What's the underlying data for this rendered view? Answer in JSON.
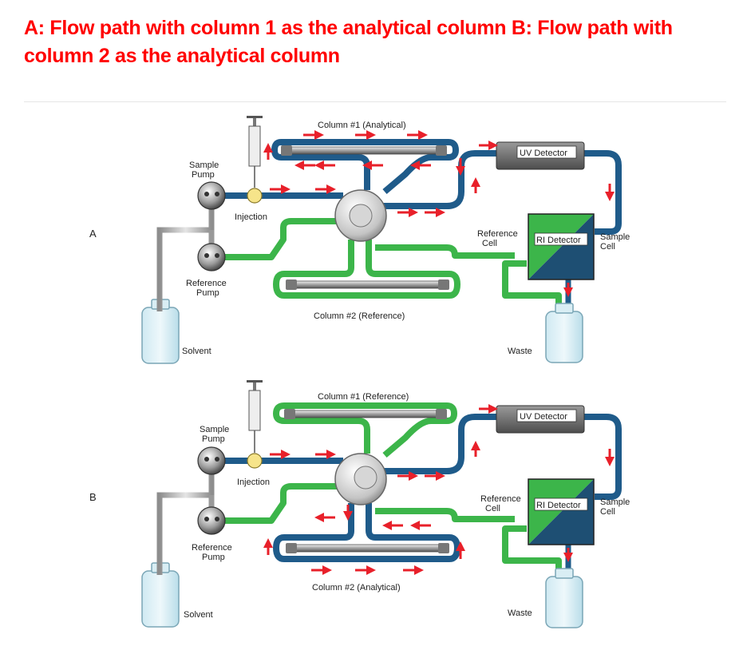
{
  "title": "A: Flow path with column 1 as the analytical column  B: Flow path with column 2 as the analytical column",
  "colors": {
    "title": "#ff0000",
    "sample_line": "#1f5b8a",
    "reference_line": "#3cb54a",
    "arrow": "#e8202a",
    "detector_dark": "#1e4f73"
  },
  "panels": [
    {
      "letter": "A",
      "column1": "Column #1 (Analytical)",
      "column2": "Column #2 (Reference)",
      "sample_pump": [
        "Sample",
        "Pump"
      ],
      "reference_pump": [
        "Reference",
        "Pump"
      ],
      "injection": "Injection",
      "uv_detector": "UV Detector",
      "ri_detector": "RI Detector",
      "reference_cell": [
        "Reference",
        "Cell"
      ],
      "sample_cell": [
        "Sample",
        "Cell"
      ],
      "solvent": "Solvent",
      "waste": "Waste"
    },
    {
      "letter": "B",
      "column1": "Column #1 (Reference)",
      "column2": "Column #2 (Analytical)",
      "sample_pump": [
        "Sample",
        "Pump"
      ],
      "reference_pump": [
        "Reference",
        "Pump"
      ],
      "injection": "Injection",
      "uv_detector": "UV Detector",
      "ri_detector": "RI Detector",
      "reference_cell": [
        "Reference",
        "Cell"
      ],
      "sample_cell": [
        "Sample",
        "Cell"
      ],
      "solvent": "Solvent",
      "waste": "Waste"
    }
  ]
}
